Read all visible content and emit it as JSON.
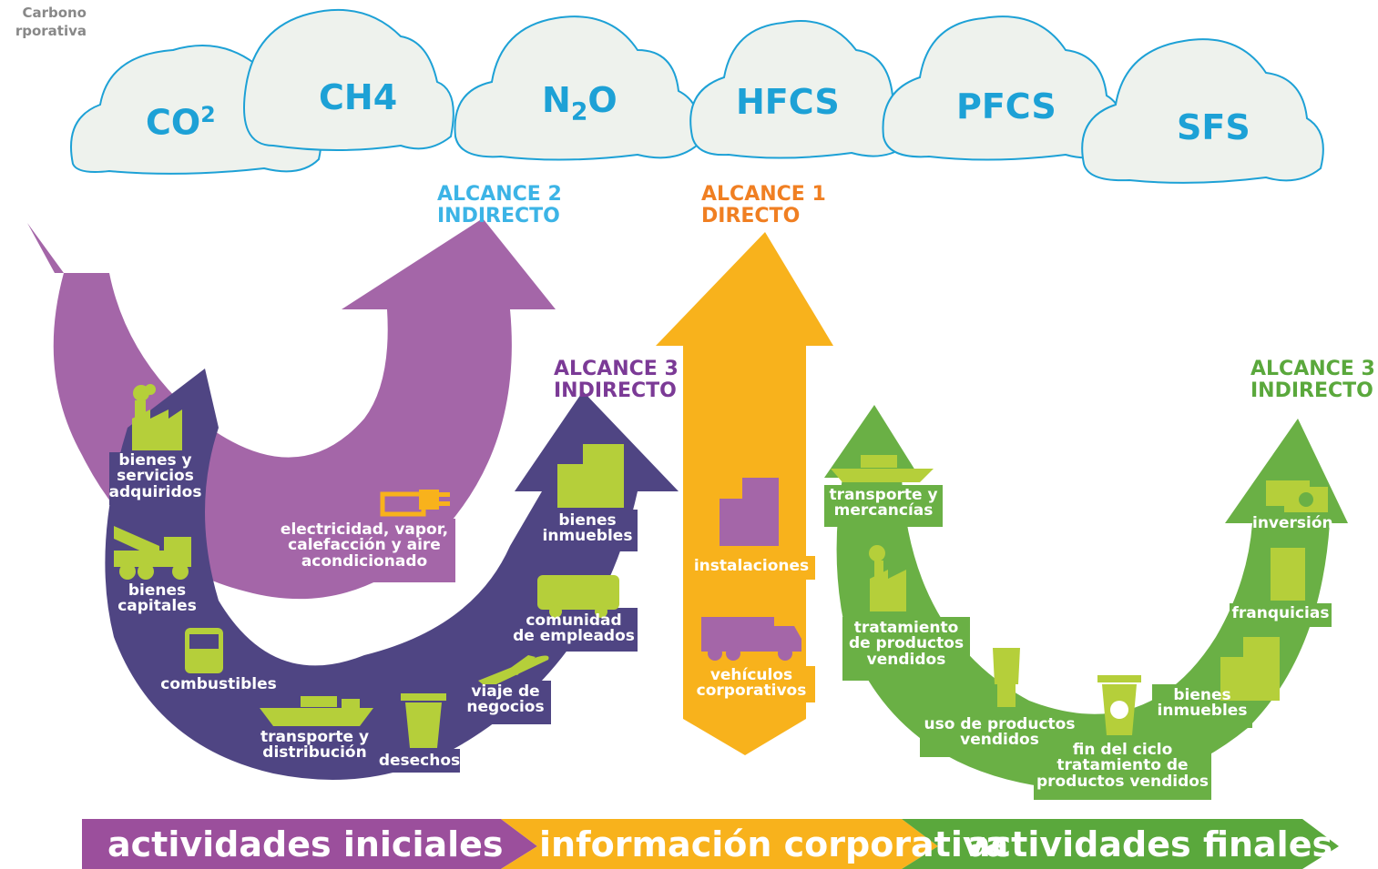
{
  "corner_label": {
    "line1": "Carbono",
    "line2": "rporativa"
  },
  "gases": [
    {
      "base": "CO",
      "sup": "2",
      "sub": "",
      "tail": ""
    },
    {
      "base": "CH",
      "sup": "",
      "sub": "",
      "tail": "4"
    },
    {
      "base": "N",
      "sup": "",
      "sub": "2",
      "tail": "O"
    },
    {
      "base": "HFCS",
      "sup": "",
      "sub": "",
      "tail": ""
    },
    {
      "base": "PFCS",
      "sup": "",
      "sub": "",
      "tail": ""
    },
    {
      "base": "SFS",
      "sup": "",
      "sub": "",
      "tail": ""
    }
  ],
  "scopes": {
    "alcance2": {
      "line1": "ALCANCE 2",
      "line2": "INDIRECTO",
      "color": "#3cb4e6"
    },
    "alcance1": {
      "line1": "ALCANCE 1",
      "line2": "DIRECTO",
      "color": "#f07f22"
    },
    "alcance3_left": {
      "line1": "ALCANCE 3",
      "line2": "INDIRECTO",
      "color": "#7b3a96"
    },
    "alcance3_right": {
      "line1": "ALCANCE 3",
      "line2": "INDIRECTO",
      "color": "#5aa83c"
    }
  },
  "purple_items": [
    {
      "name": "electricity",
      "lines": [
        "electricidad, vapor,",
        "calefacción y aire",
        "acondicionado"
      ],
      "icon": "plug-icon"
    }
  ],
  "navy_items": [
    {
      "name": "purchased-goods",
      "lines": [
        "bienes y",
        "servicios",
        "adquiridos"
      ],
      "icon": "factory-icon"
    },
    {
      "name": "capital-goods",
      "lines": [
        "bienes",
        "capitales"
      ],
      "icon": "tow-truck-icon"
    },
    {
      "name": "fuels",
      "lines": [
        "combustibles"
      ],
      "icon": "truck-front-icon"
    },
    {
      "name": "transport-distribution",
      "lines": [
        "transporte y",
        "distribución"
      ],
      "icon": "ship-icon"
    },
    {
      "name": "waste",
      "lines": [
        "desechos"
      ],
      "icon": "trash-icon"
    },
    {
      "name": "business-travel",
      "lines": [
        "viaje de",
        "negocios"
      ],
      "icon": "airplane-icon"
    },
    {
      "name": "employee-commuting",
      "lines": [
        "comunidad",
        "de empleados"
      ],
      "icon": "bus-icon"
    },
    {
      "name": "real-estate-left",
      "lines": [
        "bienes",
        "inmuebles"
      ],
      "icon": "buildings-icon"
    }
  ],
  "orange_items": [
    {
      "name": "facilities",
      "lines": [
        "instalaciones"
      ],
      "icon": "buildings-icon"
    },
    {
      "name": "corporate-vehicles",
      "lines": [
        "vehículos",
        "corporativos"
      ],
      "icon": "truck-icon"
    }
  ],
  "green_items": [
    {
      "name": "transport-goods",
      "lines": [
        "transporte y",
        "mercancías"
      ],
      "icon": "ship-icon"
    },
    {
      "name": "processing-sold",
      "lines": [
        "tratamiento",
        "de productos",
        "vendidos"
      ],
      "icon": "factory-icon"
    },
    {
      "name": "use-sold",
      "lines": [
        "uso de productos",
        "vendidos"
      ],
      "icon": "lightbulb-icon"
    },
    {
      "name": "end-of-life",
      "lines": [
        "fin del ciclo",
        "tratamiento de",
        "productos vendidos"
      ],
      "icon": "recycle-bin-icon"
    },
    {
      "name": "real-estate-right",
      "lines": [
        "bienes",
        "inmuebles"
      ],
      "icon": "buildings-icon"
    },
    {
      "name": "franchises",
      "lines": [
        "franquicias"
      ],
      "icon": "building-icon"
    },
    {
      "name": "investment",
      "lines": [
        "inversión"
      ],
      "icon": "money-icon"
    }
  ],
  "stages": [
    {
      "label": "actividades iniciales",
      "color": "#9b4f9c"
    },
    {
      "label": "información corporativa",
      "color": "#f8b21c"
    },
    {
      "label": "actividades finales",
      "color": "#5aa83c"
    }
  ],
  "colors": {
    "purple": "#a466a8",
    "navy": "#4f4583",
    "orange": "#f8b21c",
    "green": "#6ab045",
    "lime": "#b5cf3a",
    "cloud": "#eef2ed",
    "cloud_stroke": "#1da1d6"
  }
}
